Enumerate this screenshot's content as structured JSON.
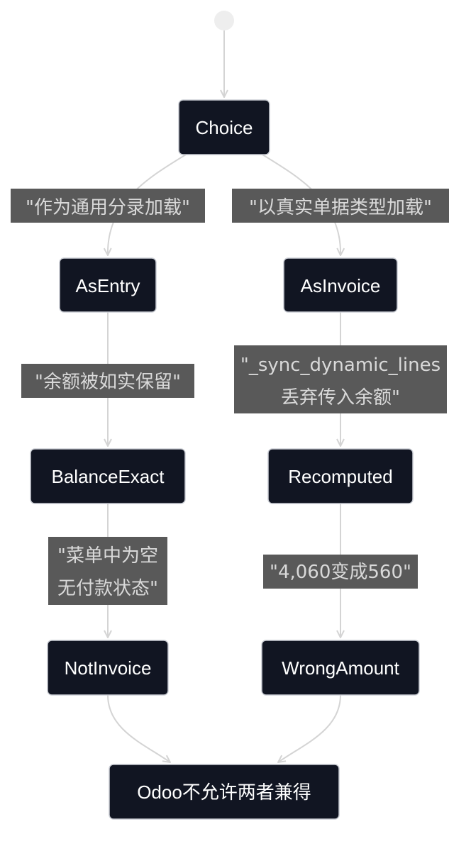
{
  "nodes": {
    "choice": "Choice",
    "as_entry": "AsEntry",
    "as_invoice": "AsInvoice",
    "balance_exact": "BalanceExact",
    "recomputed": "Recomputed",
    "not_invoice": "NotInvoice",
    "wrong_amount": "WrongAmount",
    "odoo": "Odoo不允许两者兼得"
  },
  "edges": {
    "choice_to_entry": [
      "\"作为通用分录加载\""
    ],
    "choice_to_invoice": [
      "\"以真实单据类型加载\""
    ],
    "entry_to_balance": [
      "\"余额被如实保留\""
    ],
    "invoice_to_recomputed": [
      "\"_sync_dynamic_lines",
      "丢弃传入余额\""
    ],
    "balance_to_notinvoice": [
      "\"菜单中为空",
      "无付款状态\""
    ],
    "recomputed_to_wrong": [
      "\"4,060变成560\""
    ]
  },
  "colors": {
    "node_fill": "#111522",
    "node_border": "#c9ccd3",
    "node_text": "#ffffff",
    "edge": "#d4d4d4",
    "label_bg": "#595959",
    "label_text": "#d9d9d9",
    "start_dot": "#eeeeee"
  }
}
